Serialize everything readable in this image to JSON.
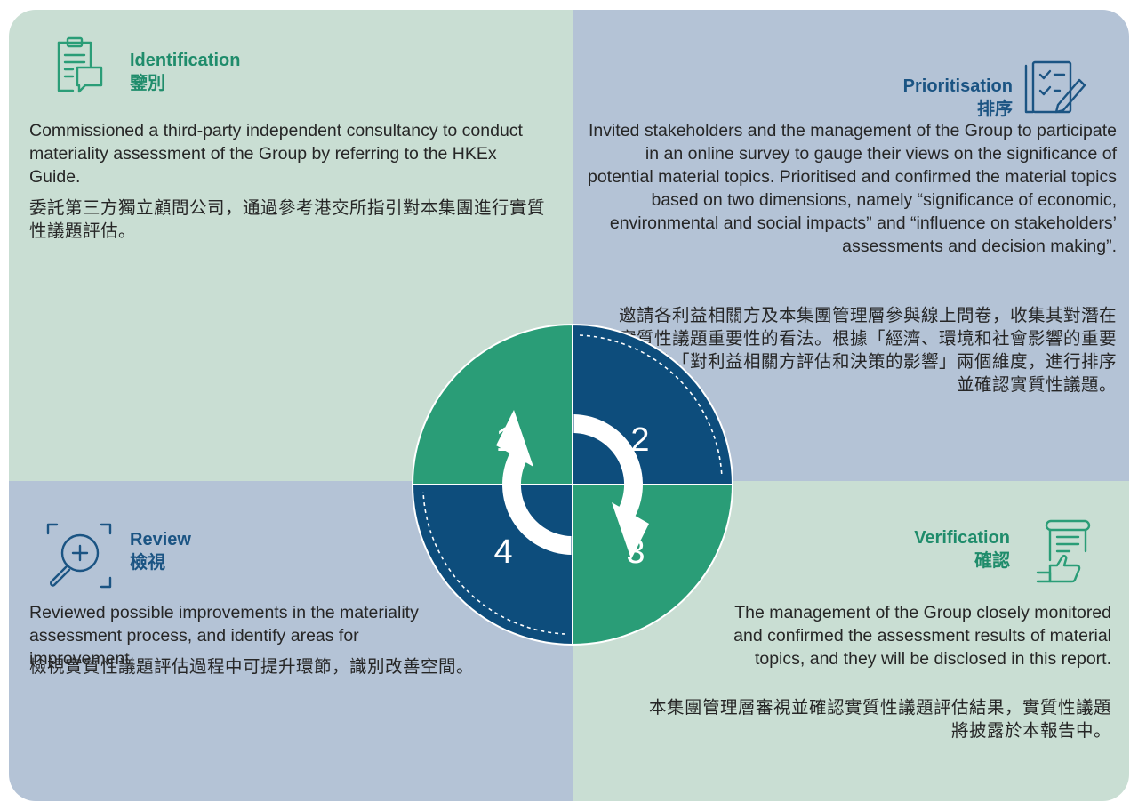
{
  "colors": {
    "green_bg": "#c9ded3",
    "blue_bg": "#b4c3d6",
    "green_accent": "#2a9d77",
    "blue_accent": "#0d4d7c",
    "green_title": "#1f8c6b",
    "blue_title": "#1b5483"
  },
  "steps": [
    {
      "number": "1",
      "title_en": "Identification",
      "title_zh": "鑒別",
      "icon": "document-chat-icon",
      "text_en": "Commissioned a third-party independent consultancy to conduct materiality assessment of the Group by referring to the HKEx Guide.",
      "text_zh": "委託第三方獨立顧問公司，通過參考港交所指引對本集團進行實質性議題評估。"
    },
    {
      "number": "2",
      "title_en": "Prioritisation",
      "title_zh": "排序",
      "icon": "checklist-pencil-icon",
      "text_en": "Invited stakeholders and the management of the Group to participate in an online survey to gauge their views on the significance of potential material topics. Prioritised and confirmed the material topics based on two dimensions, namely “significance of economic, environmental and social impacts” and “influence on stakeholders’ assessments and decision making”.",
      "text_zh": "邀請各利益相關方及本集團管理層參與線上問卷，收集其對潛在實質性議題重要性的看法。根據「經濟、環境和社會影響的重要性」及「對利益相關方評估和決策的影響」兩個維度，進行排序並確認實質性議題。"
    },
    {
      "number": "3",
      "title_en": "Verification",
      "title_zh": "確認",
      "icon": "document-thumbsup-icon",
      "text_en": "The management of the Group closely monitored and confirmed the assessment results of material topics, and they will be disclosed in this report.",
      "text_zh": "本集團管理層審視並確認實質性議題評估結果，實質性議題將披露於本報告中。"
    },
    {
      "number": "4",
      "title_en": "Review",
      "title_zh": "檢視",
      "icon": "magnifier-plus-icon",
      "text_en": "Reviewed possible improvements in the materiality assessment process, and identify areas for improvement.",
      "text_zh": "檢視實質性議題評估過程中可提升環節，識別改善空間。"
    }
  ]
}
